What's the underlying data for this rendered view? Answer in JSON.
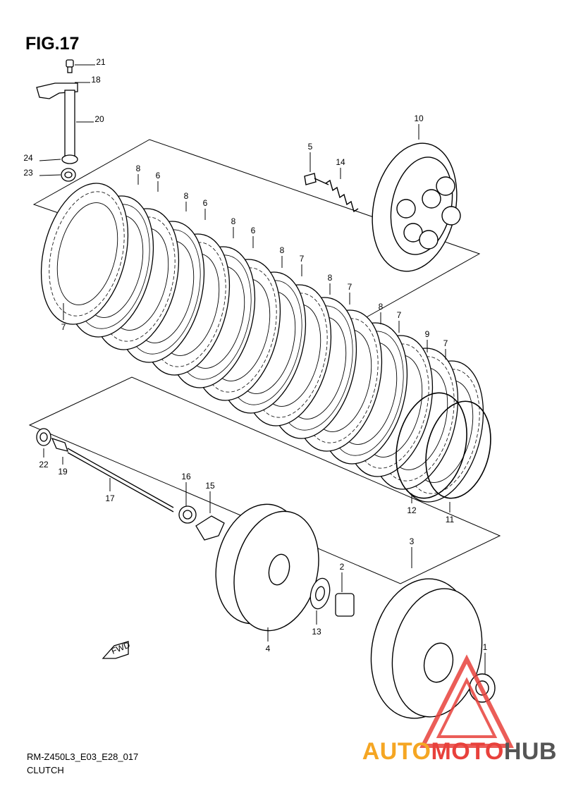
{
  "figure": {
    "title": "FIG.17",
    "code": "RM-Z450L3_E03_E28_017",
    "section": "CLUTCH"
  },
  "fwd_label": "FWD",
  "watermark": {
    "part1": "AUTO",
    "part2": "MOTO",
    "part3": "HUB",
    "colors": {
      "auto": "#f5a623",
      "moto": "#e8413c",
      "hub": "#555555",
      "triangle": "#e8413c"
    }
  },
  "callouts": [
    "21",
    "18",
    "20",
    "24",
    "23",
    "10",
    "5",
    "14",
    "8",
    "6",
    "8",
    "6",
    "8",
    "6",
    "8",
    "7",
    "8",
    "7",
    "8",
    "7",
    "9",
    "7",
    "7",
    "12",
    "11",
    "22",
    "19",
    "17",
    "16",
    "15",
    "3",
    "2",
    "13",
    "4",
    "1"
  ],
  "plate_pattern": [
    "7",
    "8",
    "6",
    "8",
    "6",
    "8",
    "6",
    "8",
    "7",
    "8",
    "7",
    "8",
    "7",
    "9",
    "7"
  ]
}
